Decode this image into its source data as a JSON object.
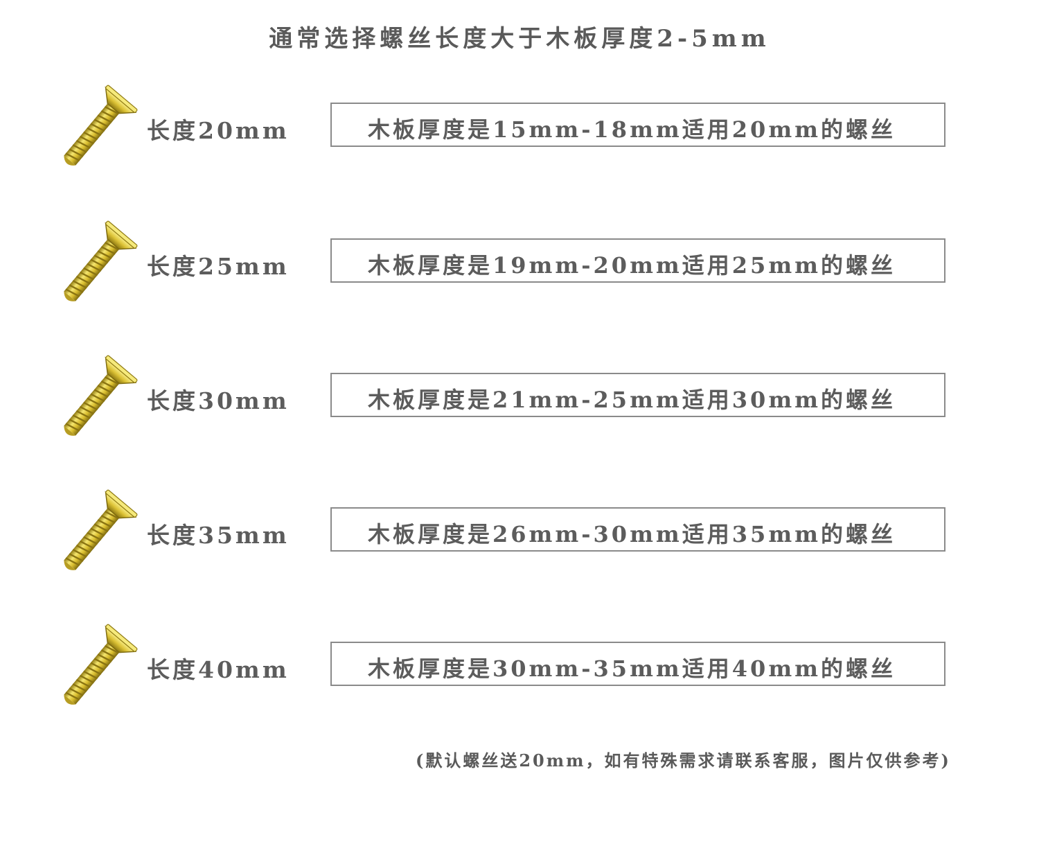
{
  "title": "通常选择螺丝长度大于木板厚度2-5mm",
  "colors": {
    "brass_light": "#f2e26a",
    "brass_mid": "#d6b92c",
    "brass_dark": "#9b8417",
    "border": "#8a8a8a",
    "text": "#5c5c5c"
  },
  "icon": "brass-screw-icon",
  "rows": [
    {
      "length": "长度20mm",
      "description": "木板厚度是15mm-18mm适用20mm的螺丝"
    },
    {
      "length": "长度25mm",
      "description": "木板厚度是19mm-20mm适用25mm的螺丝"
    },
    {
      "length": "长度30mm",
      "description": "木板厚度是21mm-25mm适用30mm的螺丝"
    },
    {
      "length": "长度35mm",
      "description": "木板厚度是26mm-30mm适用35mm的螺丝"
    },
    {
      "length": "长度40mm",
      "description": "木板厚度是30mm-35mm适用40mm的螺丝"
    }
  ],
  "note": "(默认螺丝送20mm，如有特殊需求请联系客服，图片仅供参考)"
}
